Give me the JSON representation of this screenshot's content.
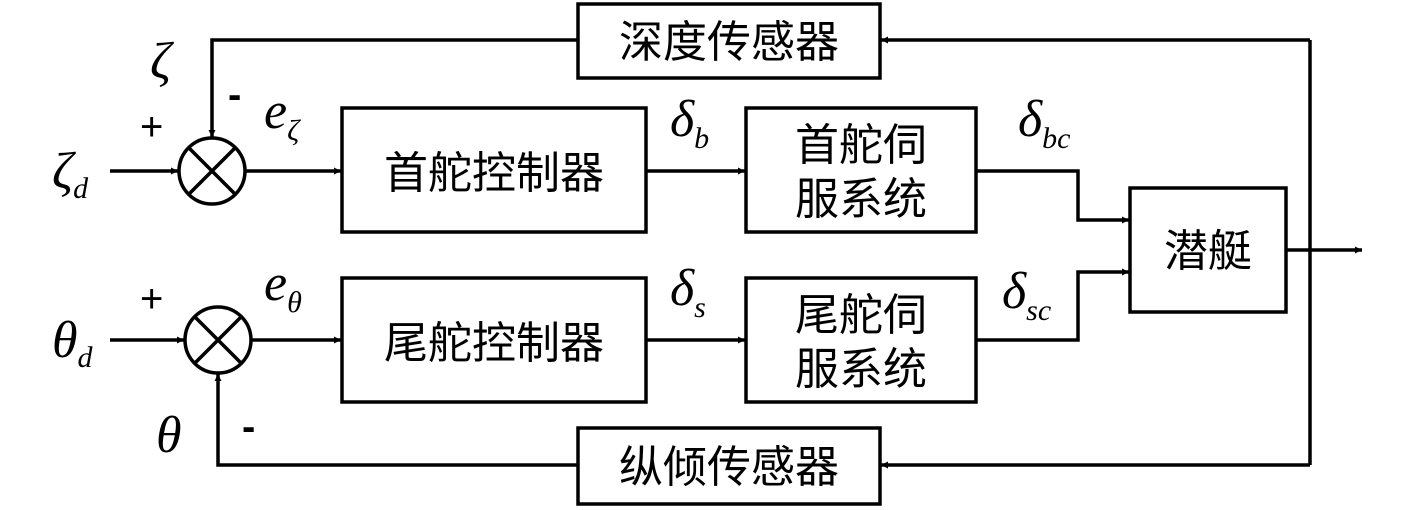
{
  "blocks": {
    "depth_sensor": "深度传感器",
    "bow_controller": "首舵控制器",
    "bow_servo_line1": "首舵伺",
    "bow_servo_line2": "服系统",
    "submarine": "潜艇",
    "stern_controller": "尾舵控制器",
    "stern_servo_line1": "尾舵伺",
    "stern_servo_line2": "服系统",
    "pitch_sensor": "纵倾传感器"
  },
  "signals": {
    "zeta_d": {
      "base": "ζ",
      "sub": "d"
    },
    "zeta": "ζ",
    "e_zeta": {
      "base": "e",
      "sub": "ζ"
    },
    "delta_b": {
      "base": "δ",
      "sub": "b"
    },
    "delta_bc": {
      "base": "δ",
      "sub": "bc"
    },
    "theta_d": {
      "base": "θ",
      "sub": "d"
    },
    "theta": "θ",
    "e_theta": {
      "base": "e",
      "sub": "θ"
    },
    "delta_s": {
      "base": "δ",
      "sub": "s"
    },
    "delta_sc": {
      "base": "δ",
      "sub": "sc"
    }
  },
  "signs": {
    "top_plus": "+",
    "top_minus": "-",
    "bottom_plus": "+",
    "bottom_minus": "-"
  }
}
